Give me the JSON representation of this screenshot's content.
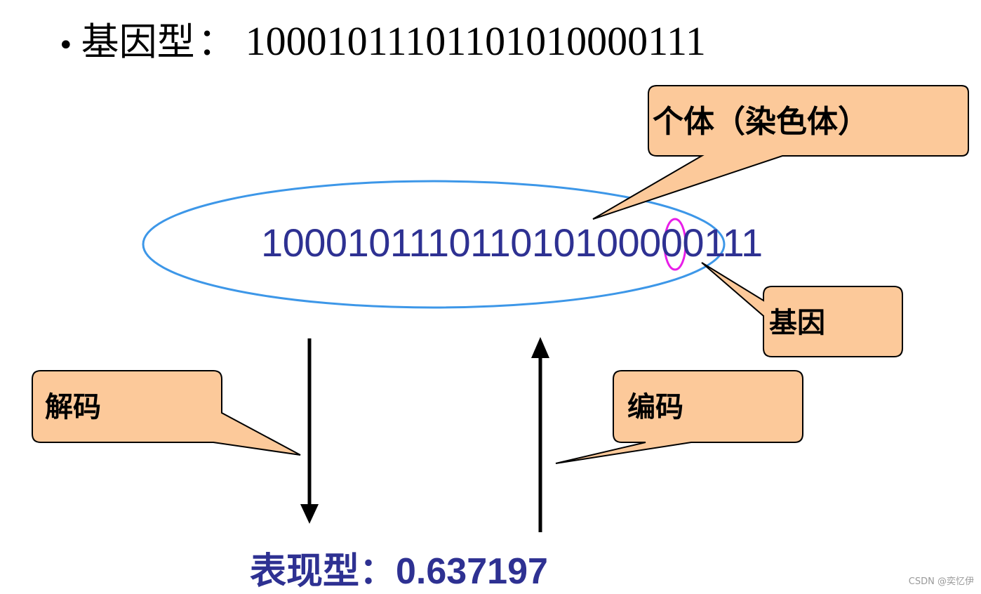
{
  "genotype": {
    "bullet": "•",
    "label": "基因型",
    "separator": "：",
    "value": "10001011101101010000111"
  },
  "chromosome": {
    "string": "100010111011010100000111"
  },
  "callouts": {
    "individual": "个体（染色体）",
    "gene": "基因",
    "decode": "解码",
    "encode": "编码"
  },
  "phenotype": {
    "label": "表现型：",
    "value": "0.637197"
  },
  "watermark": "CSDN @奕忆伊",
  "colors": {
    "ellipse": "#3d97e8",
    "gene_highlight": "#e81ee8",
    "callout_fill": "#fcc99a",
    "text_blue": "#2e3192",
    "arrow": "#000000"
  }
}
